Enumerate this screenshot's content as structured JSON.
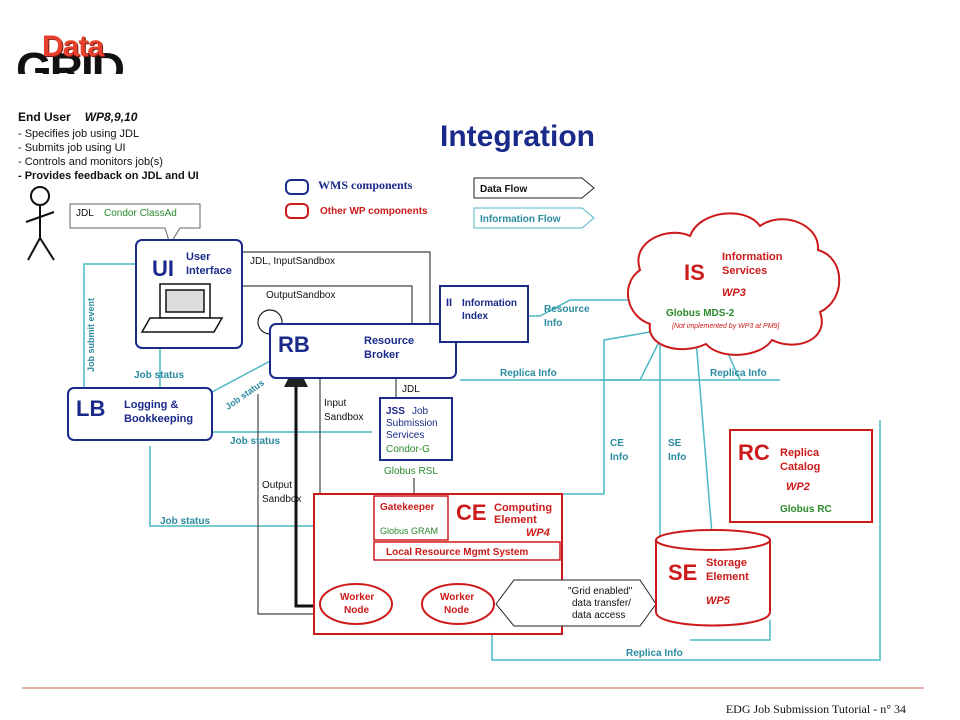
{
  "logo": {
    "top_word": "Data",
    "bottom_word": "GRID"
  },
  "title": "Integration",
  "end_user": {
    "label": "End User",
    "wp": "WP8,9,10",
    "items": [
      "- Specifies job using JDL",
      "- Submits job using UI",
      "- Controls and monitors job(s)",
      "- Provides feedback on JDL and UI"
    ]
  },
  "legend": {
    "wms": "WMS components",
    "other": "Other WP components",
    "data_flow": "Data Flow",
    "info_flow": "Information Flow"
  },
  "colors": {
    "wms": "#1a2a8a",
    "other": "#cc1a1a",
    "info": "#4cb8c4",
    "data": "#222222"
  },
  "nodes": {
    "ui": {
      "abbr": "UI",
      "name1": "User",
      "name2": "Interface"
    },
    "rb": {
      "abbr": "RB",
      "name1": "Resource",
      "name2": "Broker"
    },
    "lb": {
      "abbr": "LB",
      "name1": "Logging &",
      "name2": "Bookkeeping"
    },
    "ii": {
      "abbr": "II",
      "name1": "Information",
      "name2": "Index"
    },
    "jss": {
      "abbr": "JSS",
      "name1": "Job",
      "name2": "Submission",
      "name3": "Services",
      "sub": "Condor-G"
    },
    "is": {
      "abbr": "IS",
      "name1": "Information",
      "name2": "Services",
      "wp": "WP3",
      "globus": "Globus MDS-2",
      "note": "[Not implemented by WP3 at PM9]"
    },
    "rc": {
      "abbr": "RC",
      "name1": "Replica",
      "name2": "Catalog",
      "wp": "WP2",
      "globus": "Globus RC"
    },
    "ce": {
      "abbr": "CE",
      "name1": "Computing",
      "name2": "Element",
      "wp": "WP4",
      "gatekeeper": "Gatekeeper",
      "gram": "Globus GRAM",
      "lrms": "Local Resource Mgmt System"
    },
    "se": {
      "abbr": "SE",
      "name1": "Storage",
      "name2": "Element",
      "wp": "WP5"
    },
    "wn1": {
      "name1": "Worker",
      "name2": "Node"
    },
    "wn2": {
      "name1": "Worker",
      "name2": "Node"
    }
  },
  "labels": {
    "jdl_classad_1": "JDL",
    "jdl_classad_2": "Condor ClassAd",
    "jdl_inputsandbox": "JDL, InputSandbox",
    "outputsandbox": "OutputSandbox",
    "job_submit_event": "Job submit event",
    "job_status_1": "Job status",
    "job_status_2": "Job status",
    "job_status_3": "Job status",
    "job_status_4": "Job status",
    "resource_info_1": "Resource",
    "resource_info_2": "Info",
    "replica_info_1": "Replica Info",
    "replica_info_2": "Replica Info",
    "replica_info_3": "Replica Info",
    "jdl": "JDL",
    "input_sandbox_1": "Input",
    "input_sandbox_2": "Sandbox",
    "output_sandbox_1": "Output",
    "output_sandbox_2": "Sandbox",
    "ce_info_1": "CE",
    "ce_info_2": "Info",
    "se_info_1": "SE",
    "se_info_2": "Info",
    "globus_rsl": "Globus RSL",
    "grid_enabled_1": "\"Grid enabled\"",
    "grid_enabled_2": "data transfer/",
    "grid_enabled_3": "data access"
  },
  "footer": "EDG Job Submission Tutorial - n° 34"
}
